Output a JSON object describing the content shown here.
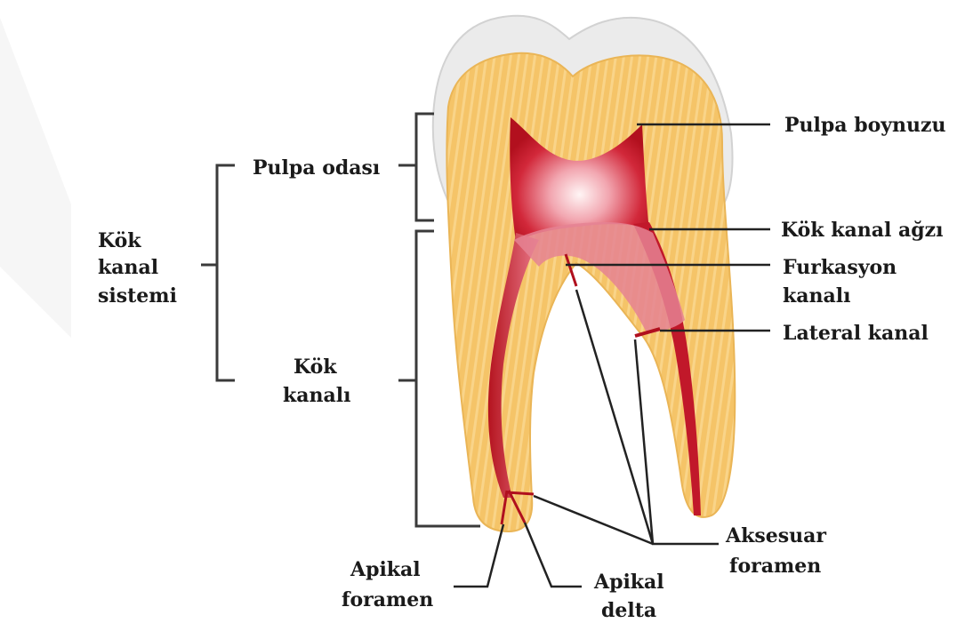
{
  "labels": {
    "pulpa_boynuzu": "Pulpa boynuzu",
    "pulpa_odasi": "Pulpa odası",
    "kok_kanal_sistemi": [
      "Kök",
      "kanal",
      "sistemi"
    ],
    "kok_kanal_agzi": "Kök kanal ağzı",
    "furkasyon_kanali": [
      "Furkasyon",
      "kanalı"
    ],
    "lateral_kanal": "Lateral kanal",
    "kok_kanali": [
      "Kök",
      "kanalı"
    ],
    "aksesuar_foramen": [
      "Aksesuar",
      "foramen"
    ],
    "apikal_foramen": [
      "Apikal",
      "foramen"
    ],
    "apikal_delta": [
      "Apikal",
      "delta"
    ]
  },
  "colors": {
    "enamel": "#ebebeb",
    "dentin": "#f5c468",
    "dentin_stripe": "#fbe0a4",
    "pulp_dark": "#c41a2a",
    "pulp_light": "#fbe6e8",
    "line": "#222222"
  }
}
